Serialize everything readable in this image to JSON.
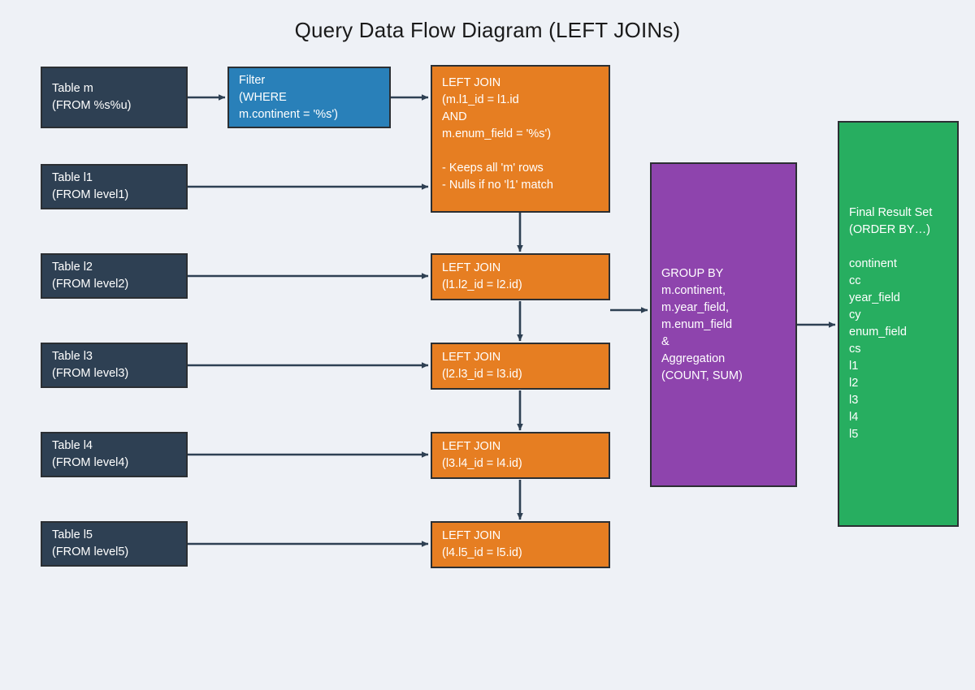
{
  "diagram": {
    "title": "Query Data Flow Diagram (LEFT JOINs)",
    "background_color": "#eef1f6",
    "colors": {
      "table": "#2e4053",
      "filter": "#2980b9",
      "join": "#e67e22",
      "groupby": "#8e44ad",
      "result": "#27ae60",
      "connector": "#2e4053",
      "border": "#2b2f33",
      "text": "#ffffff",
      "title_text": "#1a1a1a"
    },
    "nodes": {
      "table_m": {
        "label": "Table m\n(FROM %s%u)"
      },
      "table_l1": {
        "label": "Table l1\n(FROM level1)"
      },
      "table_l2": {
        "label": "Table l2\n(FROM level2)"
      },
      "table_l3": {
        "label": "Table l3\n(FROM level3)"
      },
      "table_l4": {
        "label": "Table l4\n(FROM level4)"
      },
      "table_l5": {
        "label": "Table l5\n(FROM level5)"
      },
      "filter": {
        "label": "Filter\n(WHERE\nm.continent = '%s')"
      },
      "join_1": {
        "label": "LEFT JOIN\n(m.l1_id = l1.id\nAND\nm.enum_field = '%s')\n\n- Keeps all 'm' rows\n- Nulls if no 'l1' match"
      },
      "join_2": {
        "label": "LEFT JOIN\n(l1.l2_id = l2.id)"
      },
      "join_3": {
        "label": "LEFT JOIN\n(l2.l3_id = l3.id)"
      },
      "join_4": {
        "label": "LEFT JOIN\n(l3.l4_id = l4.id)"
      },
      "join_5": {
        "label": "LEFT JOIN\n(l4.l5_id = l5.id)"
      },
      "groupby": {
        "label": "GROUP BY\nm.continent,\nm.year_field,\nm.enum_field\n&\nAggregation\n(COUNT, SUM)"
      },
      "result": {
        "label": "Final Result Set\n(ORDER BY…)\n\ncontinent\ncc\nyear_field\ncy\nenum_field\ncs\nl1\nl2\nl3\nl4\nl5"
      }
    },
    "edges": [
      {
        "name": "table-m-to-filter",
        "from": "table_m",
        "to": "filter"
      },
      {
        "name": "filter-to-join-1",
        "from": "filter",
        "to": "join_1"
      },
      {
        "name": "table-l1-to-join-1",
        "from": "table_l1",
        "to": "join_1"
      },
      {
        "name": "join-1-to-join-2",
        "from": "join_1",
        "to": "join_2"
      },
      {
        "name": "table-l2-to-join-2",
        "from": "table_l2",
        "to": "join_2"
      },
      {
        "name": "join-2-to-join-3",
        "from": "join_2",
        "to": "join_3"
      },
      {
        "name": "table-l3-to-join-3",
        "from": "table_l3",
        "to": "join_3"
      },
      {
        "name": "join-3-to-join-4",
        "from": "join_3",
        "to": "join_4"
      },
      {
        "name": "table-l4-to-join-4",
        "from": "table_l4",
        "to": "join_4"
      },
      {
        "name": "join-4-to-join-5",
        "from": "join_4",
        "to": "join_5"
      },
      {
        "name": "table-l5-to-join-5",
        "from": "table_l5",
        "to": "join_5"
      },
      {
        "name": "join-2-to-groupby",
        "from": "join_2",
        "to": "groupby"
      },
      {
        "name": "groupby-to-result",
        "from": "groupby",
        "to": "result"
      }
    ]
  }
}
